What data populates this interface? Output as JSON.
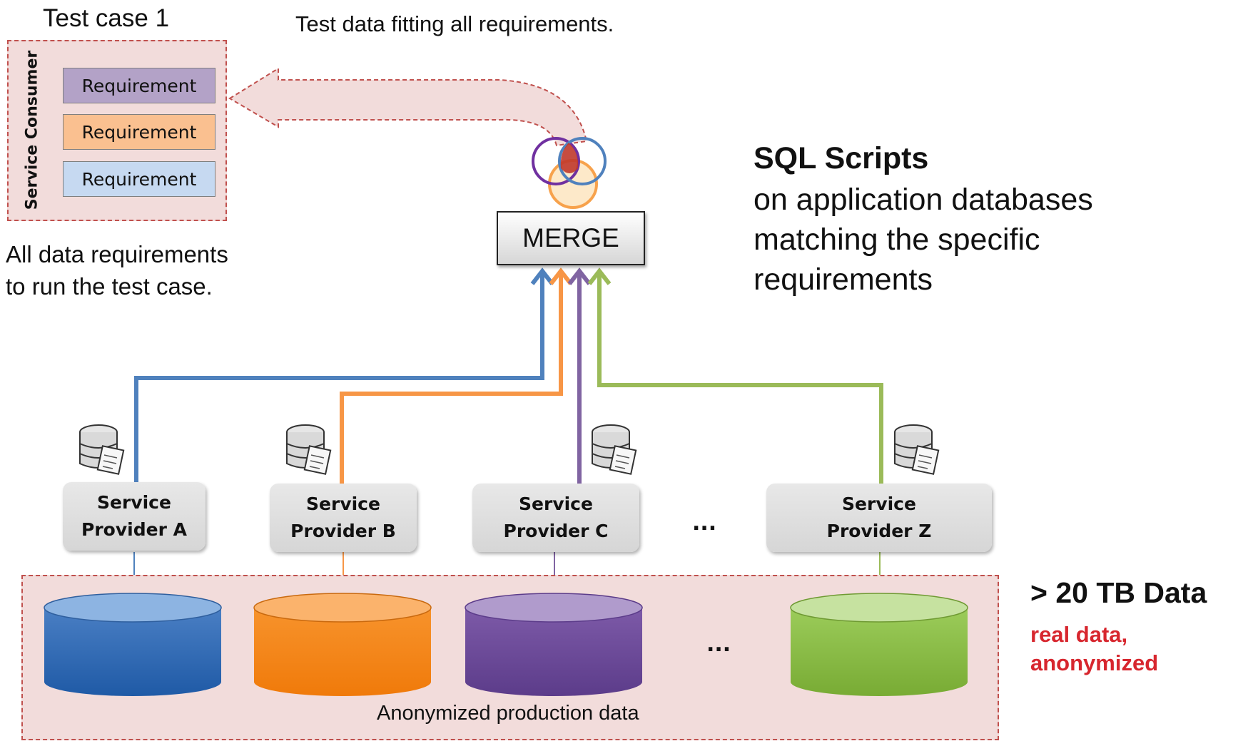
{
  "test_case": {
    "title": "Test case 1",
    "consumer_label": "Service Consumer",
    "requirements": [
      "Requirement",
      "Requirement",
      "Requirement"
    ],
    "caption_line1": "All data requirements",
    "caption_line2": "to run the test case."
  },
  "output_arrow_label": "Test data fitting all requirements.",
  "merge_label": "MERGE",
  "sql": {
    "title": "SQL Scripts",
    "line1": "on application databases",
    "line2": "matching the specific",
    "line3": "requirements"
  },
  "providers": [
    {
      "line1": "Service",
      "line2": "Provider A",
      "color": "#4f81bd"
    },
    {
      "line1": "Service",
      "line2": "Provider B",
      "color": "#f79646"
    },
    {
      "line1": "Service",
      "line2": "Provider C",
      "color": "#8064a2"
    },
    {
      "line1": "Service",
      "line2": "Provider Z",
      "color": "#9bbb59"
    }
  ],
  "ellipsis": "...",
  "production_label": "Anonymized production data",
  "data_size": {
    "title": "> 20 TB Data",
    "line1": "real data,",
    "line2": "anonymized"
  },
  "colors": {
    "blue": "#4f81bd",
    "orange": "#f79646",
    "purple": "#8064a2",
    "green": "#9bbb59",
    "red_text": "#d7262e",
    "dashed_border": "#c0504d",
    "box_fill": "#f2dcdb"
  }
}
